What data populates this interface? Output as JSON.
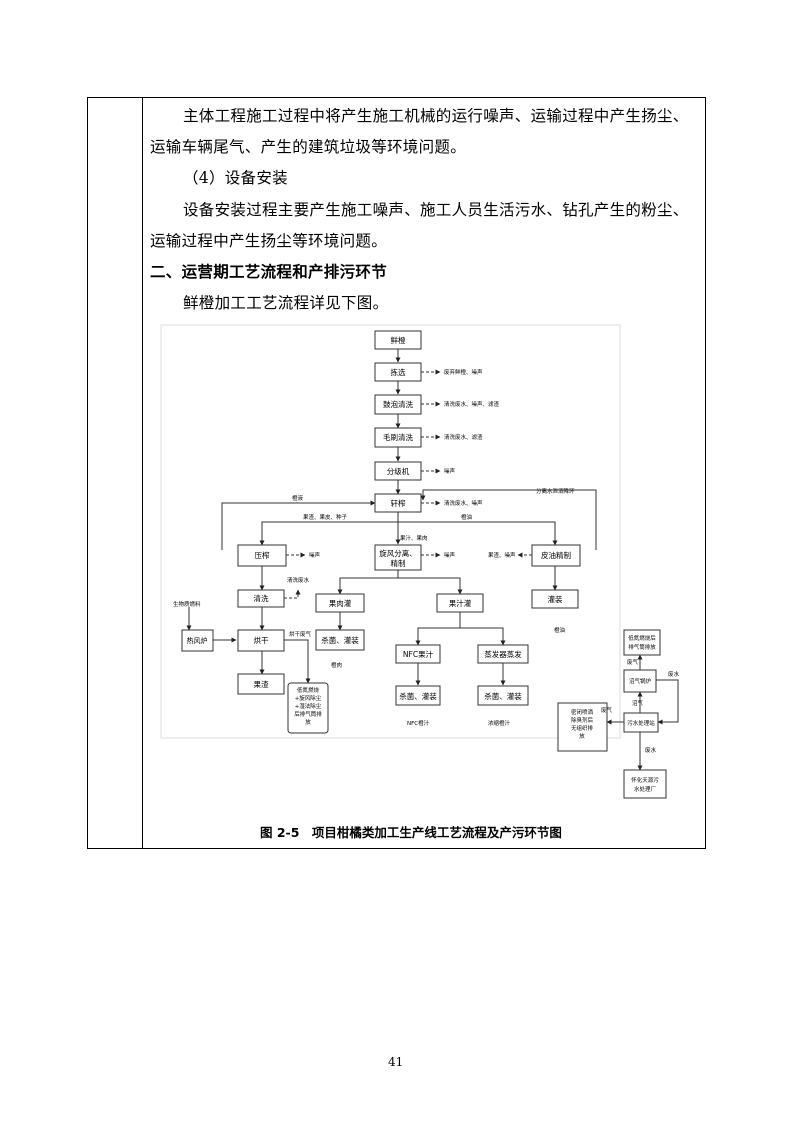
{
  "paragraphs": {
    "p1_line1": "主体工程施工过程中将产生施工机械的运行噪声、运输过程中产生扬尘、",
    "p1_line2": "运输车辆尾气、产生的建筑垃圾等环境问题。",
    "p2": "（4）设备安装",
    "p3_line1": "设备安装过程主要产生施工噪声、施工人员生活污水、钻孔产生的粉尘、",
    "p3_line2": "运输过程中产生扬尘等环境问题。",
    "heading": "二、运营期工艺流程和产排污环节",
    "p4": "鲜橙加工工艺流程详见下图。"
  },
  "diagram": {
    "nodes": {
      "xiancheng": "鲜橙",
      "jianxuan": "拣选",
      "gupao": "鼓泡清洗",
      "maoshua": "毛刷清洗",
      "fenji": "分级机",
      "zhazha": "轩榨",
      "yazha": "压榨",
      "xuanfeng_l1": "旋风分离、",
      "xuanfeng_l2": "精制",
      "piyou": "皮油精制",
      "qingxi": "清洗",
      "guorouguan": "果肉灌",
      "guozhiguan": "果汁灌",
      "guanzhuang": "灌装",
      "refenglu": "热风炉",
      "honggan": "烘干",
      "shajun1": "杀菌、灌装",
      "nfc": "NFC果汁",
      "zhengfa": "蒸发器蒸发",
      "guozha": "果渣",
      "shajun2": "杀菌、灌装",
      "shajun3": "杀菌、灌装",
      "didan_l1": "低氮燃烧后",
      "didan_l2": "排气筒排放",
      "zhaoqi": "沼气锅炉",
      "wushui": "污水处理站",
      "eqi_l1": "密闭喷洒",
      "eqi_l2": "除臭剂后",
      "eqi_l3": "无组织排",
      "eqi_l4": "放",
      "chuli_l1": "怀化天源污",
      "chuli_l2": "水处理厂",
      "fq_l1": "低氮燃烧",
      "fq_l2": "+旋风除尘",
      "fq_l3": "+湿法除尘",
      "fq_l4": "后排气筒排",
      "fq_l5": "放"
    },
    "labels": {
      "e_jianxuan": "废弃鲜橙、噪声",
      "e_gupao": "清洗废水、噪声、滤渣",
      "e_maoshua": "清洗废水、滤渣",
      "e_fenji": "噪声",
      "e_zhazha": "清洗废水、噪声",
      "huiyong": "分离水泄洒降环",
      "chengye": "橙液",
      "guozha_guopi": "果渣、果皮、种子",
      "chengyou": "橙油",
      "guozhi_guorou": "果汁、果肉",
      "e_yazha": "噪声",
      "e_xuanfeng": "噪声",
      "e_piyou": "果渣、噪声",
      "qingxi_water": "清洗废水",
      "shengwu": "生物质燃料",
      "honggan_gas": "烘干废气",
      "chengrou": "橙肉",
      "chengyou2": "橙油",
      "nfc_out": "NFC橙汁",
      "nongsuo": "浓缩橙汁",
      "feiqi": "废气",
      "zhaoqi_l": "沼气",
      "feishui_up": "废水",
      "feiqi2": "废气",
      "feishui": "废水"
    }
  },
  "caption": "图 2-5　项目柑橘类加工生产线工艺流程及产污环节图",
  "page_number": "41"
}
